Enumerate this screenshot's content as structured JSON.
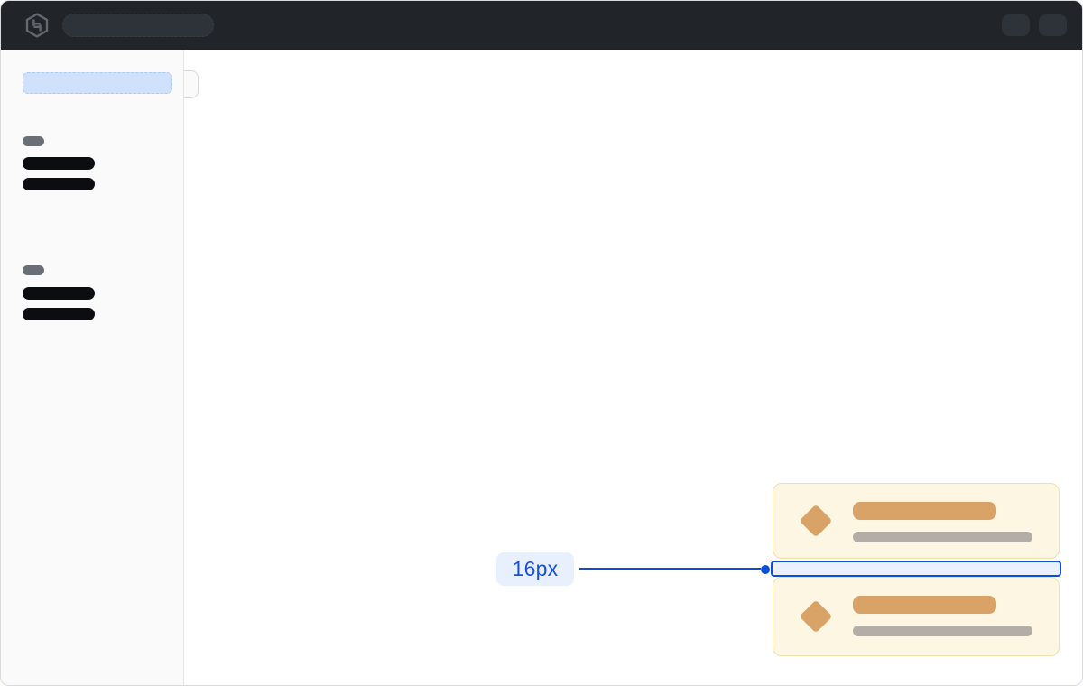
{
  "topbar": {
    "logo_icon": "hashicorp-logo-icon",
    "search_skeleton": "search-input-placeholder-skeleton",
    "right_pills": [
      "help-button-skeleton",
      "user-menu-skeleton"
    ]
  },
  "sidebar": {
    "active_item_skeleton": "selected-nav-item",
    "sections": [
      {
        "label_skeleton": "section-label",
        "items": [
          "nav-link",
          "nav-link"
        ]
      },
      {
        "label_skeleton": "section-label",
        "items": [
          "nav-link",
          "nav-link"
        ]
      }
    ],
    "toggle": "sidebar-collapse-handle"
  },
  "main": {
    "cards": [
      {
        "icon": "diamond-icon",
        "title_skeleton": "card-title",
        "subtitle_skeleton": "card-subtitle"
      },
      {
        "icon": "diamond-icon",
        "title_skeleton": "card-title",
        "subtitle_skeleton": "card-subtitle"
      }
    ]
  },
  "spacing_annotation": {
    "label": "16px",
    "target": "gap-between-cards"
  },
  "colors": {
    "topbar_bg": "#212429",
    "topbar_pill": "#2e333a",
    "sidebar_bg": "#fafafa",
    "active_blue": "#cfe1fb",
    "skeleton_dark": "#0b0d11",
    "skeleton_gray": "#6a6f77",
    "card_bg": "#fdf6e2",
    "card_border": "#f3dfab",
    "card_accent": "#d9a266",
    "card_muted": "#b2ada6",
    "accent_blue": "#0d4fd2",
    "gap_fill": "#eaf1fc",
    "label_bg": "#e9f0fd",
    "label_text": "#1a50dd"
  }
}
